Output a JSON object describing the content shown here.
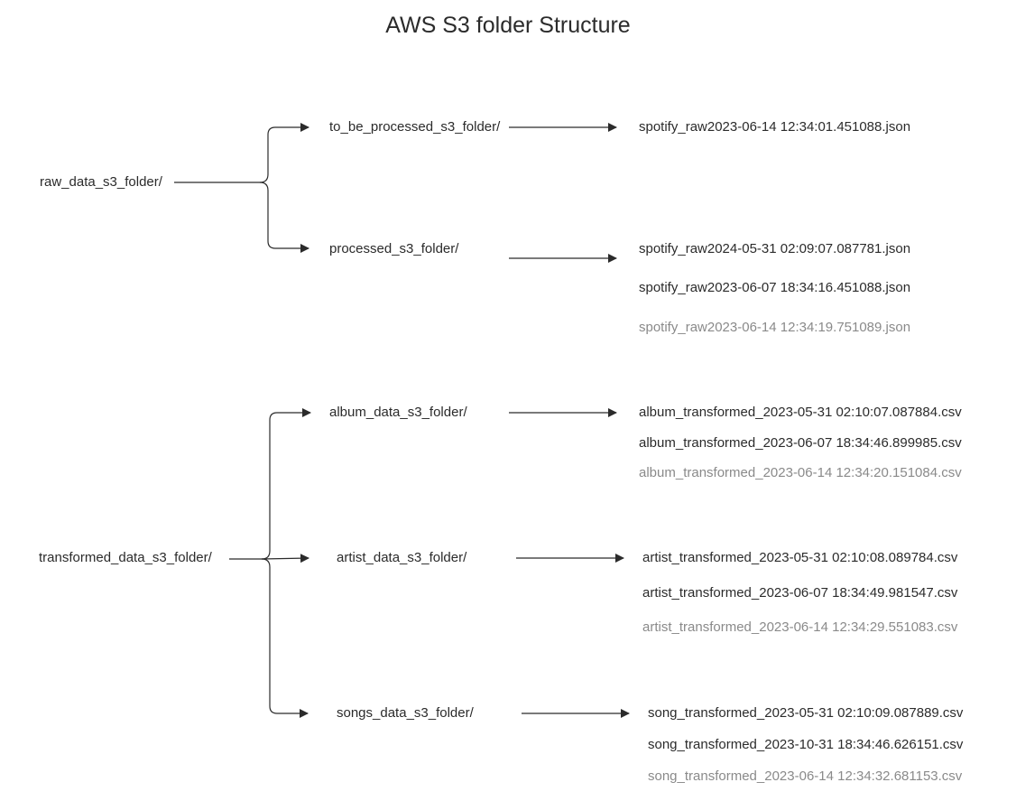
{
  "title": "AWS S3 folder Structure",
  "roots": [
    {
      "name": "raw_data_s3_folder/",
      "children": [
        {
          "name": "to_be_processed_s3_folder/",
          "files": [
            {
              "name": "spotify_raw2023-06-14 12:34:01.451088.json",
              "faded": false
            }
          ]
        },
        {
          "name": "processed_s3_folder/",
          "files": [
            {
              "name": "spotify_raw2024-05-31 02:09:07.087781.json",
              "faded": false
            },
            {
              "name": "spotify_raw2023-06-07 18:34:16.451088.json",
              "faded": false
            },
            {
              "name": "spotify_raw2023-06-14 12:34:19.751089.json",
              "faded": true
            }
          ]
        }
      ]
    },
    {
      "name": "transformed_data_s3_folder/",
      "children": [
        {
          "name": "album_data_s3_folder/",
          "files": [
            {
              "name": "album_transformed_2023-05-31 02:10:07.087884.csv",
              "faded": false
            },
            {
              "name": "album_transformed_2023-06-07 18:34:46.899985.csv",
              "faded": false
            },
            {
              "name": "album_transformed_2023-06-14 12:34:20.151084.csv",
              "faded": true
            }
          ]
        },
        {
          "name": "artist_data_s3_folder/",
          "files": [
            {
              "name": "artist_transformed_2023-05-31 02:10:08.089784.csv",
              "faded": false
            },
            {
              "name": "artist_transformed_2023-06-07 18:34:49.981547.csv",
              "faded": false
            },
            {
              "name": "artist_transformed_2023-06-14 12:34:29.551083.csv",
              "faded": true
            }
          ]
        },
        {
          "name": "songs_data_s3_folder/",
          "files": [
            {
              "name": "song_transformed_2023-05-31 02:10:09.087889.csv",
              "faded": false
            },
            {
              "name": "song_transformed_2023-10-31 18:34:46.626151.csv",
              "faded": false
            },
            {
              "name": "song_transformed_2023-06-14 12:34:32.681153.csv",
              "faded": true
            }
          ]
        }
      ]
    }
  ]
}
